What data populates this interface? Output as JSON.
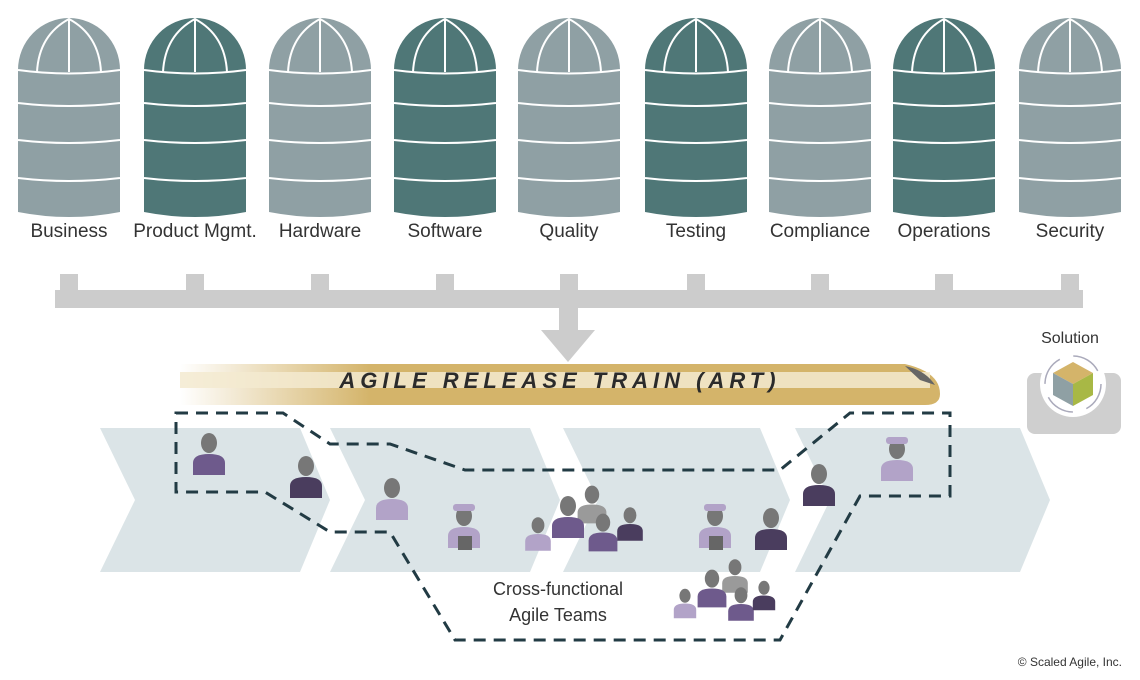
{
  "silos": [
    {
      "label": "Business",
      "shade": "light"
    },
    {
      "label": "Product Mgmt.",
      "shade": "dark"
    },
    {
      "label": "Hardware",
      "shade": "light"
    },
    {
      "label": "Software",
      "shade": "dark"
    },
    {
      "label": "Quality",
      "shade": "light"
    },
    {
      "label": "Testing",
      "shade": "dark"
    },
    {
      "label": "Compliance",
      "shade": "light"
    },
    {
      "label": "Operations",
      "shade": "dark"
    },
    {
      "label": "Security",
      "shade": "light"
    }
  ],
  "colors": {
    "light": "#8fa0a4",
    "dark": "#4f7777",
    "connector": "#cccccc",
    "chevron": "#dbe4e7",
    "gold": "#d4b46a",
    "purple": "#6e5a8c",
    "lavender": "#b2a3c8",
    "darkpurple": "#4a3d5e",
    "gray": "#7a7a7a"
  },
  "train": {
    "title": "AGILE RELEASE TRAIN (ART)"
  },
  "solution": {
    "label": "Solution"
  },
  "teams": {
    "line1": "Cross-functional",
    "line2": "Agile Teams"
  },
  "copyright": "© Scaled Agile, Inc."
}
